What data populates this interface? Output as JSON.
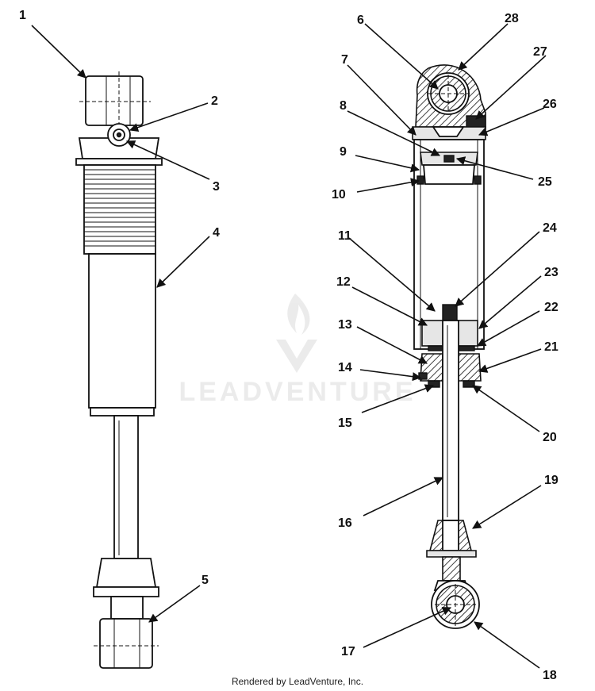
{
  "footer": {
    "text": "Rendered by LeadVenture, Inc."
  },
  "watermark": {
    "text": "LEADVENTURE"
  },
  "callouts": [
    "1",
    "2",
    "3",
    "4",
    "5",
    "6",
    "7",
    "8",
    "9",
    "10",
    "11",
    "12",
    "13",
    "14",
    "15",
    "16",
    "17",
    "18",
    "19",
    "20",
    "21",
    "22",
    "23",
    "24",
    "25",
    "26",
    "27",
    "28"
  ]
}
